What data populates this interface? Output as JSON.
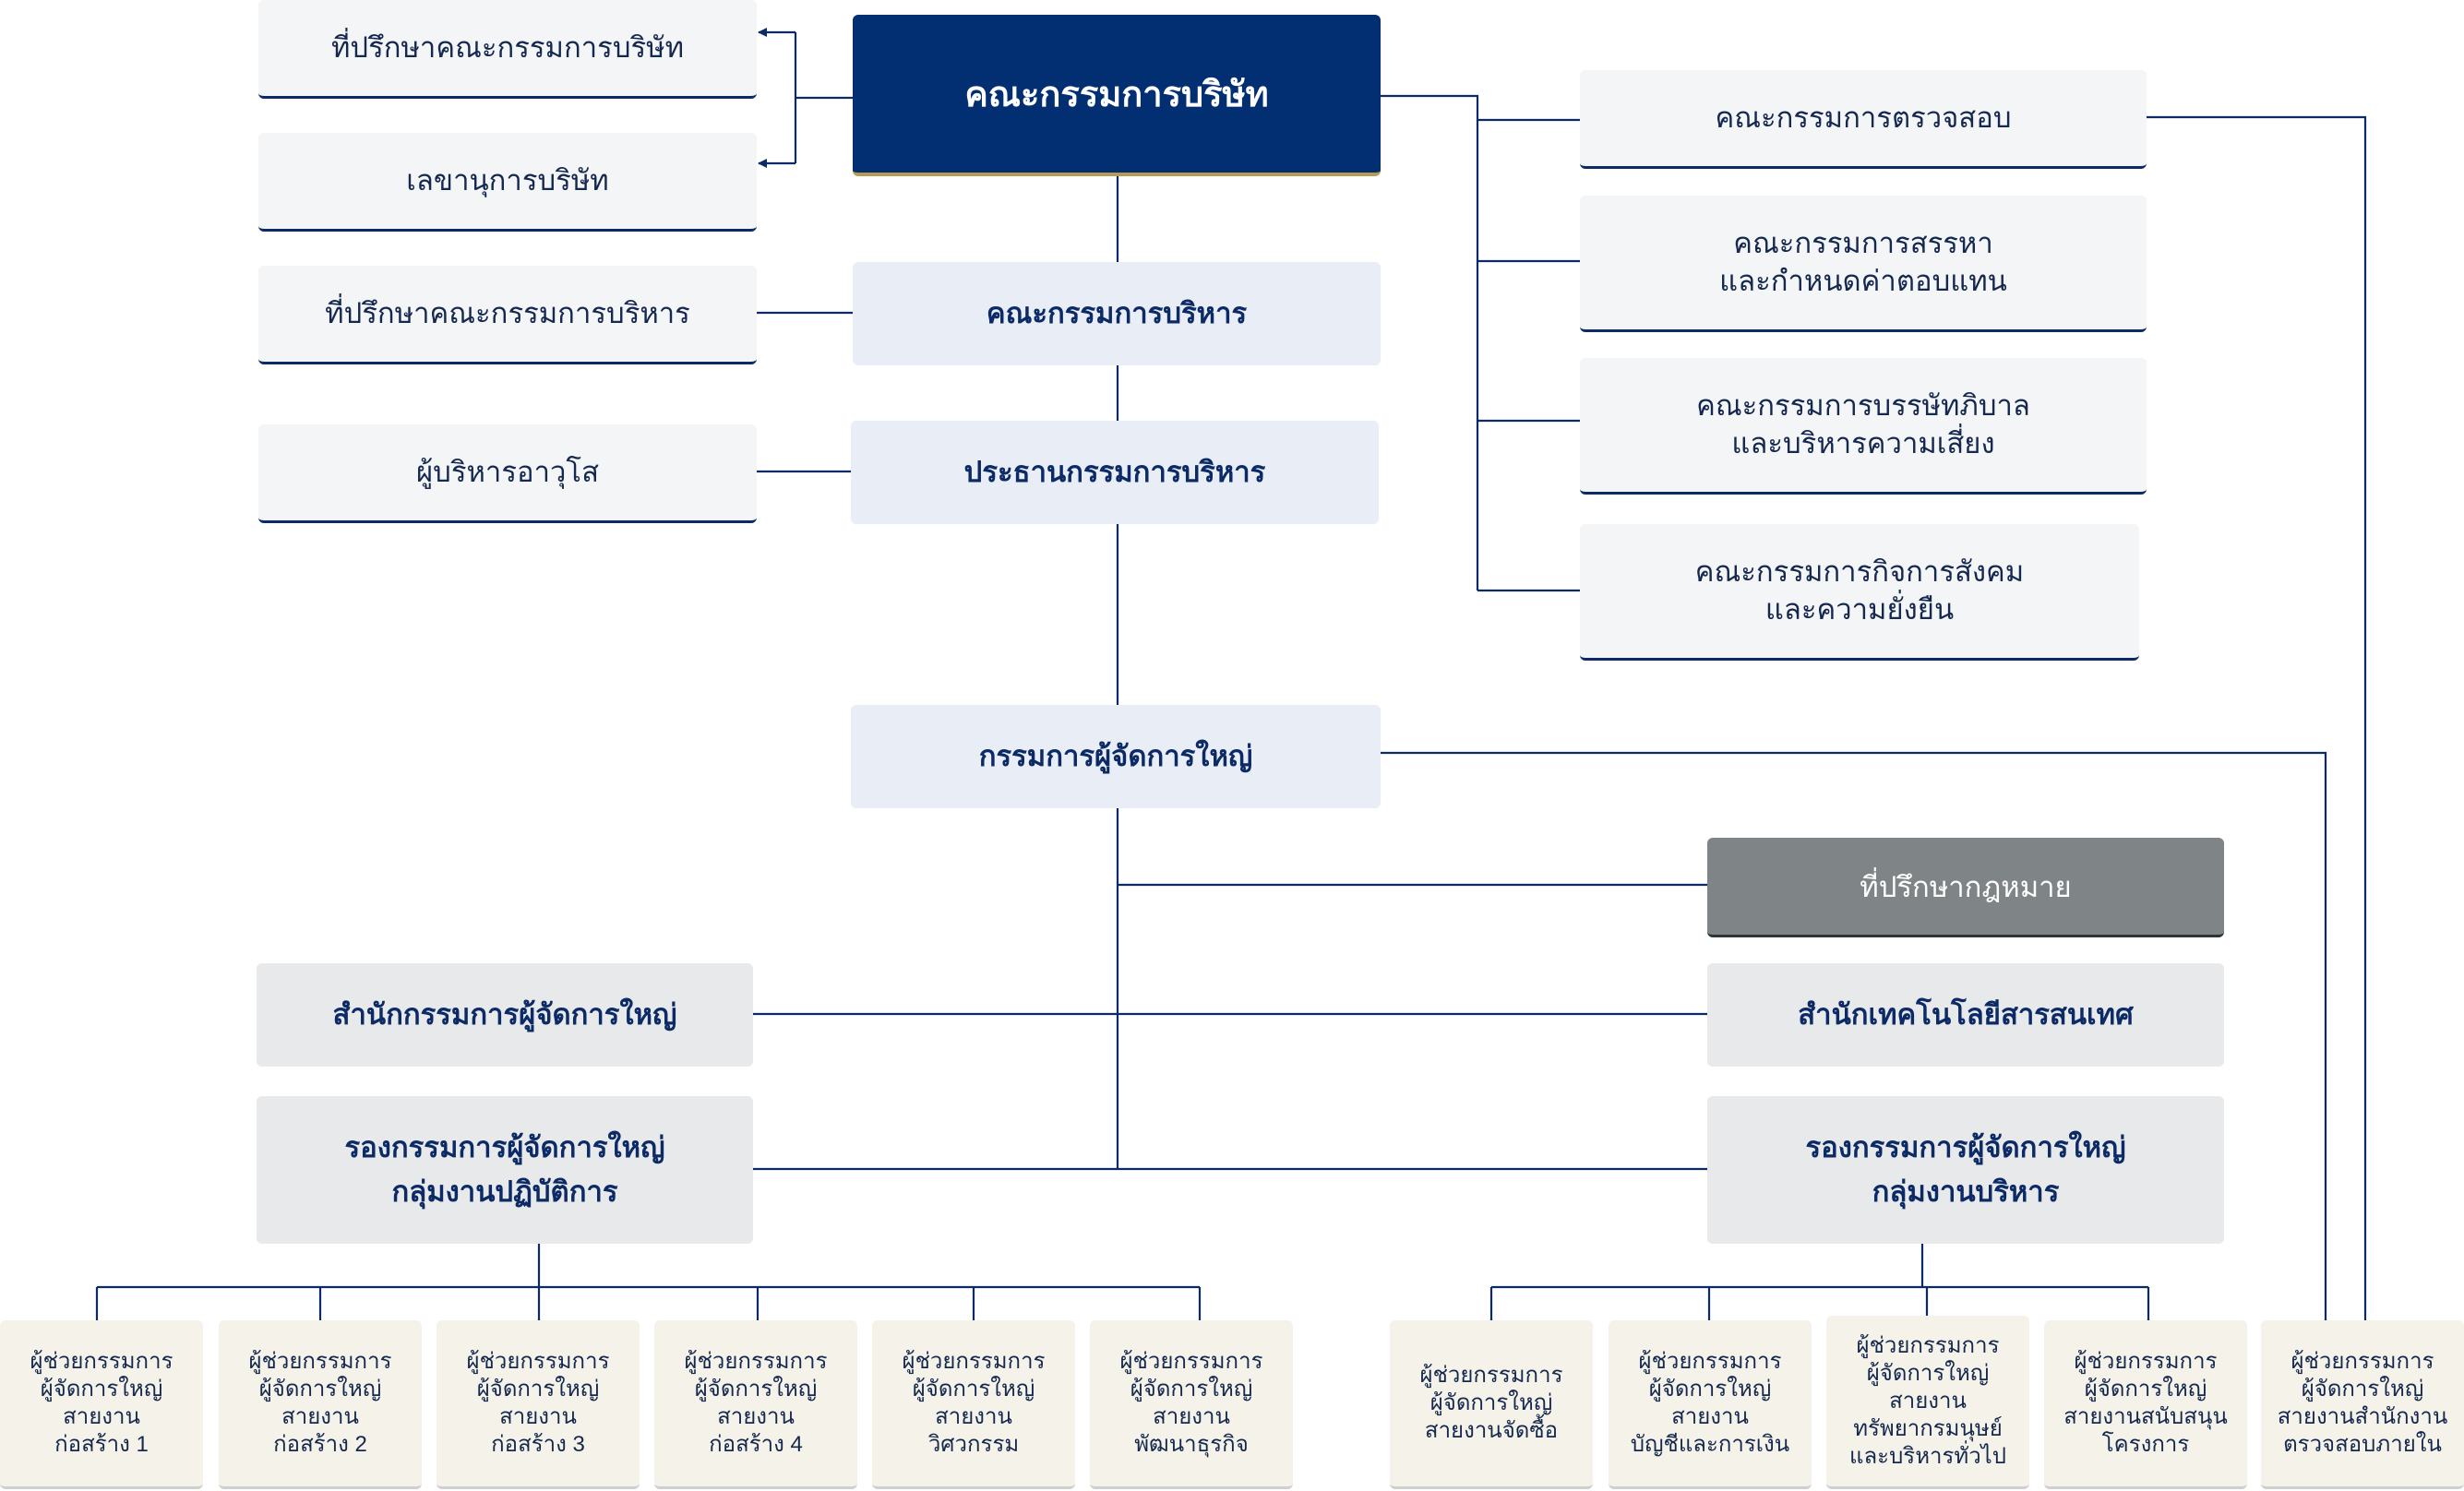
{
  "board": {
    "label": "คณะกรรมการบริษัท"
  },
  "board_advisor": {
    "label": "ที่ปรึกษาคณะกรรมการบริษัท"
  },
  "company_secretary": {
    "label": "เลขานุการบริษัท"
  },
  "exec_advisor": {
    "label": "ที่ปรึกษาคณะกรรมการบริหาร"
  },
  "senior_executive": {
    "label": "ผู้บริหารอาวุโส"
  },
  "executive_committee": {
    "label": "คณะกรรมการบริหาร"
  },
  "executive_chairman": {
    "label": "ประธานกรรมการบริหาร"
  },
  "committees": {
    "audit": {
      "lines": [
        "คณะกรรมการตรวจสอบ"
      ]
    },
    "nomination": {
      "lines": [
        "คณะกรรมการสรรหา",
        "และกำหนดค่าตอบแทน"
      ]
    },
    "governance": {
      "lines": [
        "คณะกรรมการบรรษัทภิบาล",
        "และบริหารความเสี่ยง"
      ]
    },
    "csr": {
      "lines": [
        "คณะกรรมการกิจการสังคม",
        "และความยั่งยืน"
      ]
    }
  },
  "ceo": {
    "label": "กรรมการผู้จัดการใหญ่"
  },
  "legal_advisor": {
    "label": "ที่ปรึกษากฎหมาย"
  },
  "ceo_office": {
    "label": "สำนักกรรมการผู้จัดการใหญ่"
  },
  "it_office": {
    "label": "สำนักเทคโนโลยีสารสนเทศ"
  },
  "deputy_operations": {
    "lines": [
      "รองกรรมการผู้จัดการใหญ่",
      "กลุ่มงานปฏิบัติการ"
    ]
  },
  "deputy_administration": {
    "lines": [
      "รองกรรมการผู้จัดการใหญ่",
      "กลุ่มงานบริหาร"
    ]
  },
  "assistants": [
    {
      "lines": [
        "ผู้ช่วยกรรมการ",
        "ผู้จัดการใหญ่",
        "สายงาน",
        "ก่อสร้าง 1"
      ]
    },
    {
      "lines": [
        "ผู้ช่วยกรรมการ",
        "ผู้จัดการใหญ่",
        "สายงาน",
        "ก่อสร้าง 2"
      ]
    },
    {
      "lines": [
        "ผู้ช่วยกรรมการ",
        "ผู้จัดการใหญ่",
        "สายงาน",
        "ก่อสร้าง 3"
      ]
    },
    {
      "lines": [
        "ผู้ช่วยกรรมการ",
        "ผู้จัดการใหญ่",
        "สายงาน",
        "ก่อสร้าง 4"
      ]
    },
    {
      "lines": [
        "ผู้ช่วยกรรมการ",
        "ผู้จัดการใหญ่",
        "สายงาน",
        "วิศวกรรม"
      ]
    },
    {
      "lines": [
        "ผู้ช่วยกรรมการ",
        "ผู้จัดการใหญ่",
        "สายงาน",
        "พัฒนาธุรกิจ"
      ]
    },
    {
      "lines": [
        "ผู้ช่วยกรรมการ",
        "ผู้จัดการใหญ่",
        "สายงานจัดซื้อ"
      ]
    },
    {
      "lines": [
        "ผู้ช่วยกรรมการ",
        "ผู้จัดการใหญ่",
        "สายงาน",
        "บัญชีและการเงิน"
      ]
    },
    {
      "lines": [
        "ผู้ช่วยกรรมการ",
        "ผู้จัดการใหญ่",
        "สายงาน",
        "ทรัพยากรมนุษย์",
        "และบริหารทั่วไป"
      ]
    },
    {
      "lines": [
        "ผู้ช่วยกรรมการ",
        "ผู้จัดการใหญ่",
        "สายงานสนับสนุน",
        "โครงการ"
      ]
    },
    {
      "lines": [
        "ผู้ช่วยกรรมการ",
        "ผู้จัดการใหญ่",
        "สายงานสำนักงาน",
        "ตรวจสอบภายใน"
      ]
    }
  ]
}
